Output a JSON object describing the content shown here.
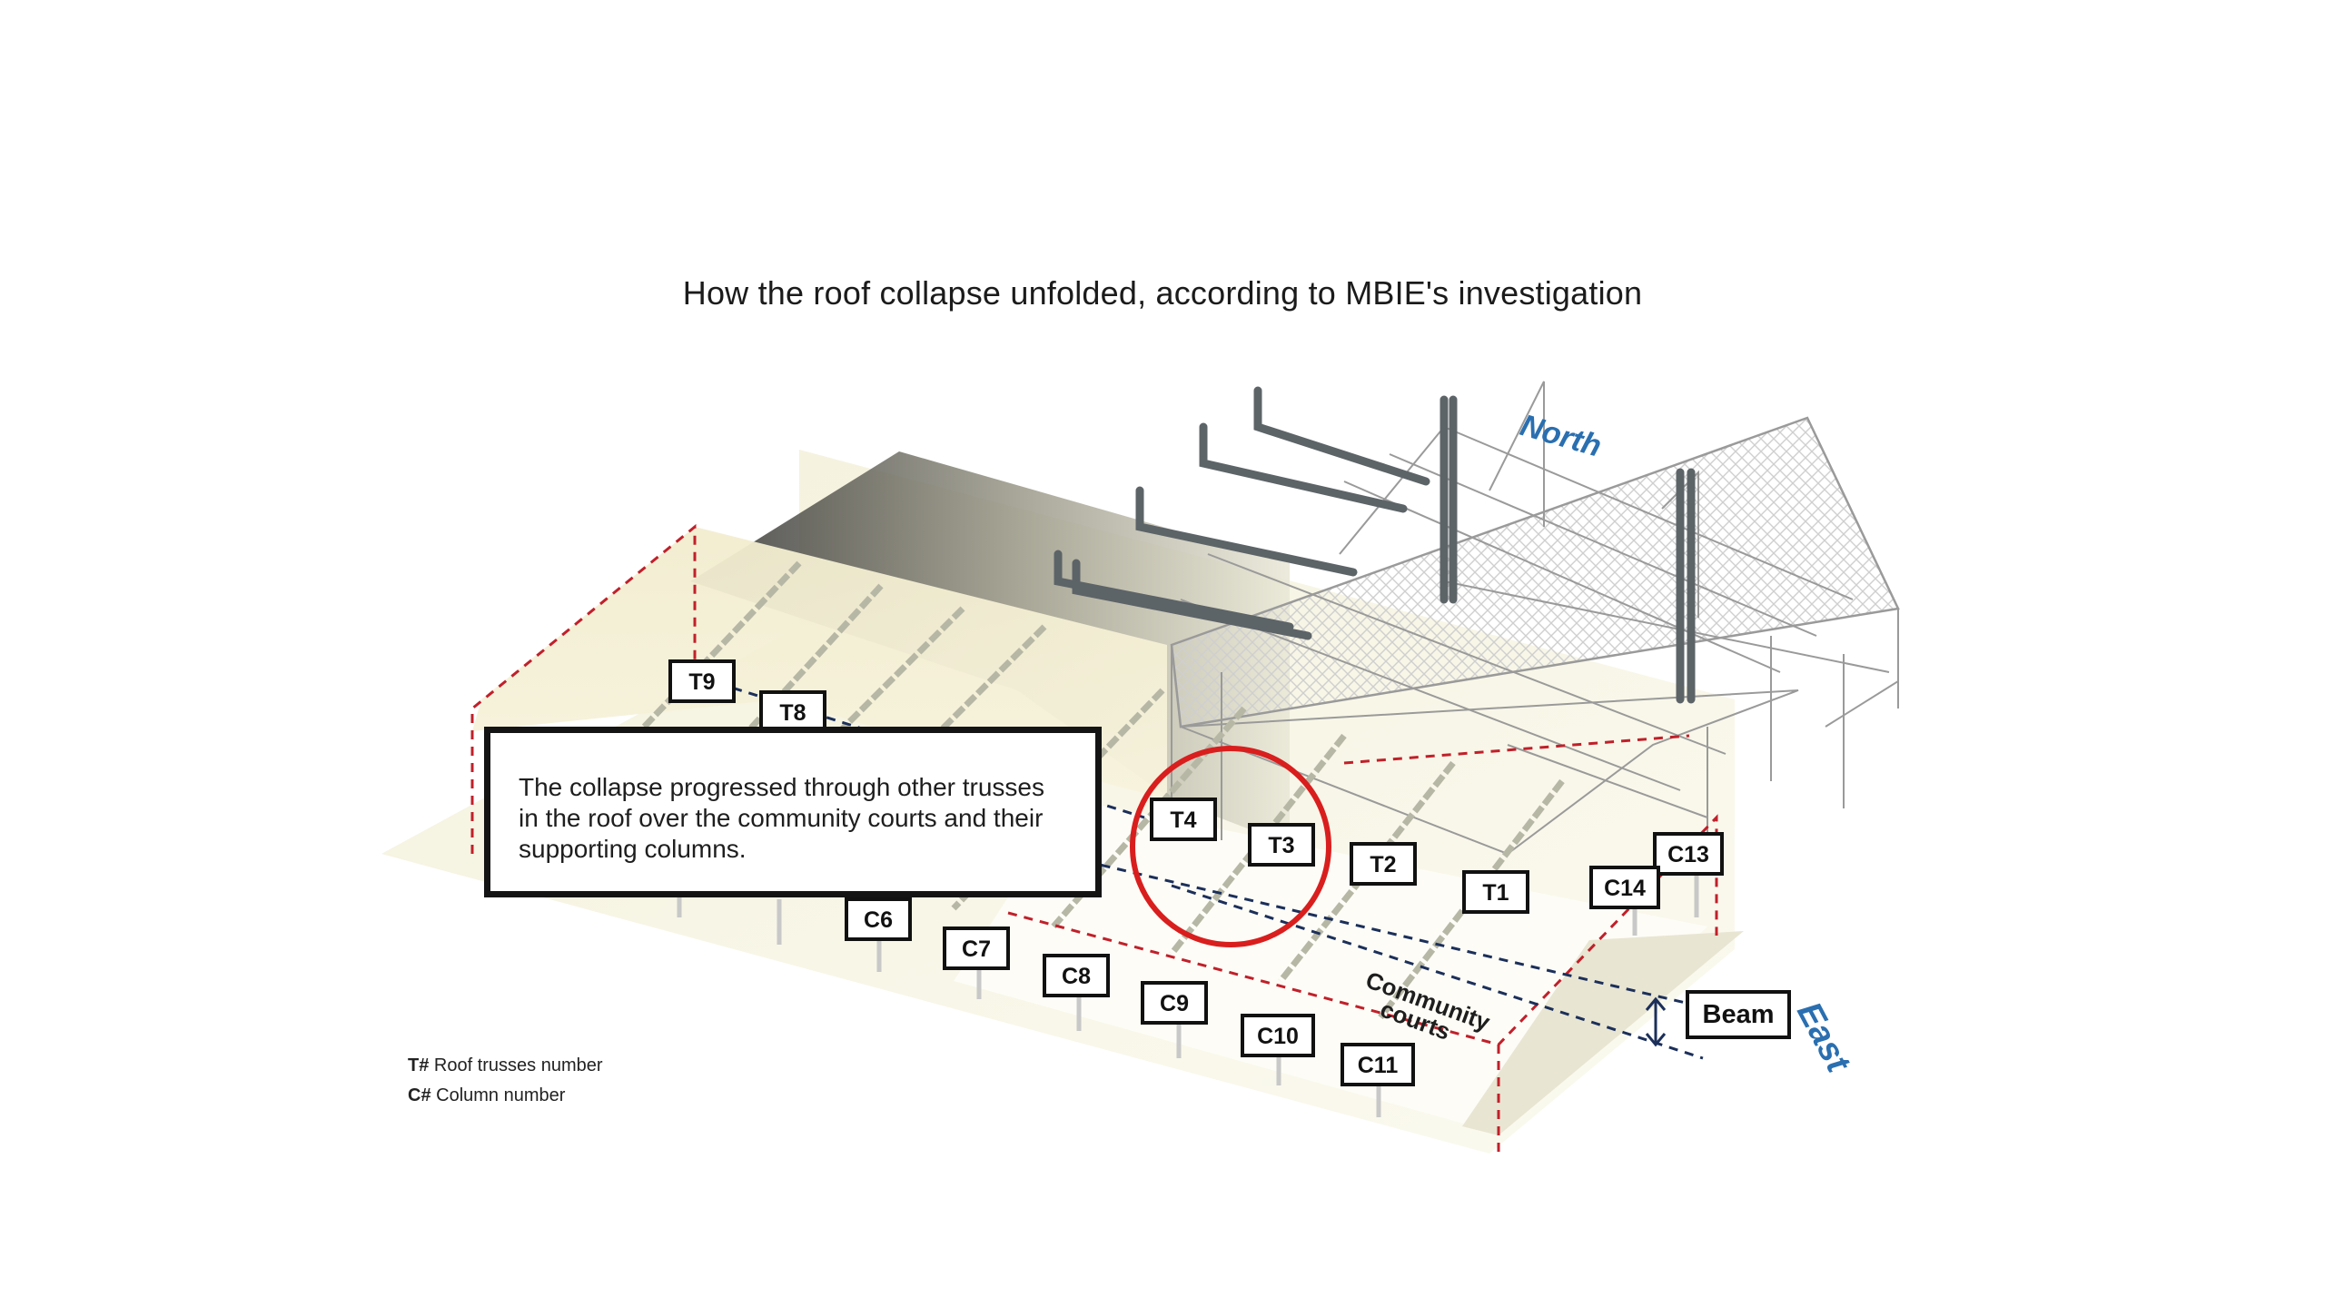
{
  "title": "How the roof collapse unfolded, according to MBIE's investigation",
  "callout": "The collapse progressed through other trusses in the roof over the community courts and their supporting columns.",
  "compass": {
    "north": "North",
    "east": "East"
  },
  "beam_label": "Beam",
  "area_label": {
    "line1": "Community",
    "line2": "courts"
  },
  "trusses": [
    "T9",
    "T8",
    "T4",
    "T3",
    "T2",
    "T1"
  ],
  "columns": [
    "C6",
    "C7",
    "C8",
    "C9",
    "C10",
    "C11",
    "C13",
    "C14"
  ],
  "legend": [
    {
      "key": "T#",
      "text": " Roof trusses number"
    },
    {
      "key": "C#",
      "text": " Column number"
    }
  ],
  "colors": {
    "highlight_circle": "#d91e1e",
    "compass": "#2a6fb0",
    "dashed_red": "#c0202a",
    "dashed_blue": "#1b2f5a"
  }
}
